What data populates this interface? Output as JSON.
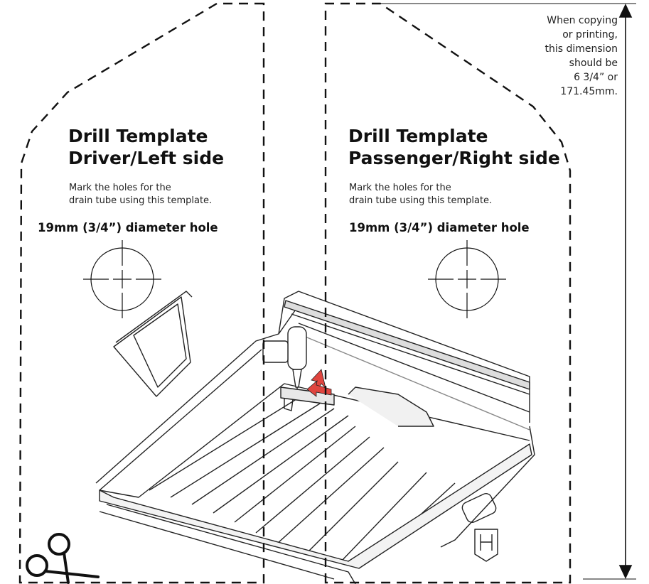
{
  "left_template": {
    "title_line1": "Drill Template",
    "title_line2": "Driver/Left side",
    "instruction_line1": "Mark the holes for the",
    "instruction_line2": "drain tube using this template.",
    "hole_label": "19mm (3/4”) diameter hole"
  },
  "right_template": {
    "title_line1": "Drill Template",
    "title_line2": "Passenger/Right side",
    "instruction_line1": "Mark the holes for the",
    "instruction_line2": "drain tube using this template.",
    "hole_label": "19mm (3/4”) diameter hole"
  },
  "dimension_note": {
    "lines": [
      "When copying",
      "or printing,",
      "this dimension",
      "should be",
      "6  3/4” or",
      "171.45mm."
    ]
  },
  "icons": {
    "cut_marker": "scissors-icon",
    "dimension_marker": "dimension-arrow-icon",
    "hole_marker": "crosshair-icon"
  },
  "colors": {
    "line": "#111111",
    "arrow_accent": "#e0453f"
  }
}
